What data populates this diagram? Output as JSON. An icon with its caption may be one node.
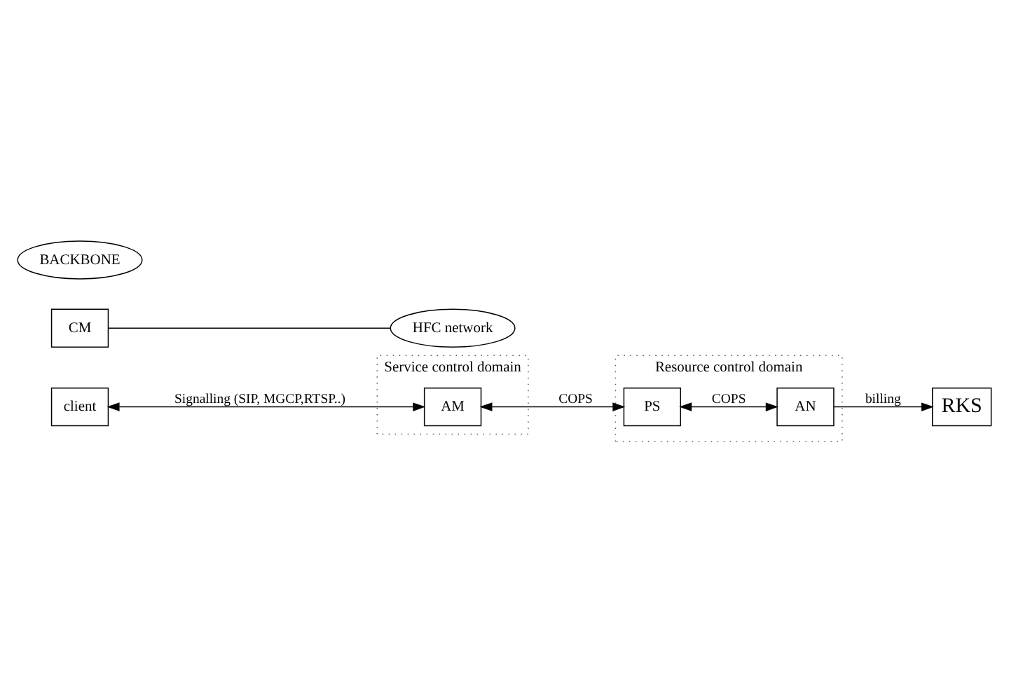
{
  "diagram": {
    "nodes": [
      {
        "text": [
          "Service control domain"
        ]
      },
      {
        "text": [
          "AM"
        ],
        "in": 0
      },
      {
        "text": [
          "Resource control domain"
        ]
      },
      {
        "text": [
          "PS"
        ],
        "in": 2
      },
      {
        "text": [
          "client"
        ]
      },
      {
        "text": [
          "CM"
        ]
      },
      {
        "text": [
          "HFC network"
        ]
      },
      {
        "text": [
          "AN"
        ],
        "in": 2
      },
      {
        "text": [
          "BACKBONE"
        ]
      },
      {
        "text": [
          "RKS"
        ]
      }
    ],
    "edges": [
      {
        "from": 4,
        "to": 1,
        "arrow": "both",
        "label": "Signalling (SIP, MGCP,RTSP..)"
      },
      {
        "from": 1,
        "to": 3,
        "arrow": "both",
        "label": "COPS"
      },
      {
        "from": 3,
        "to": 7,
        "arrow": "both",
        "label": "COPS"
      },
      {
        "from": 5,
        "to": 6,
        "arrow": "none"
      },
      {
        "from": 7,
        "to": 9,
        "arrow": "to",
        "label": "billing"
      }
    ]
  }
}
